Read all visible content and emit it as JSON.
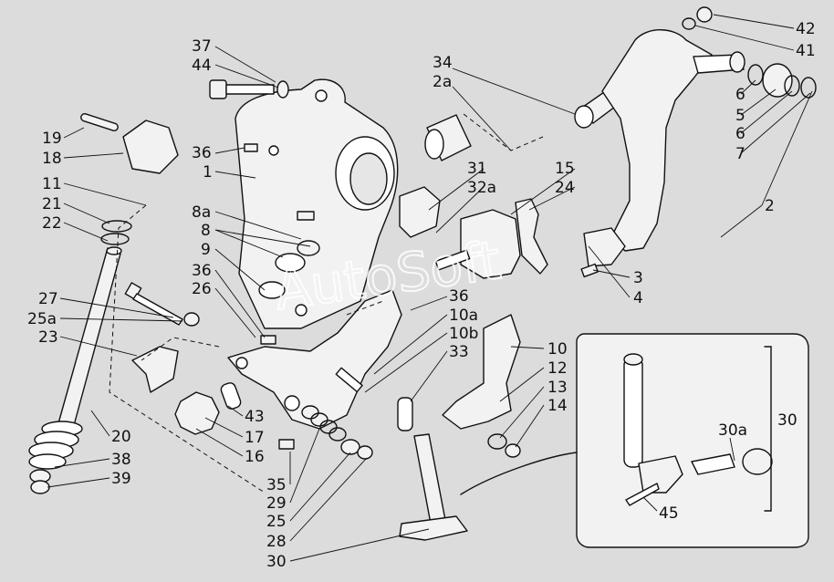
{
  "watermark": "AutoSoft",
  "colors": {
    "background": "#dcdcdc",
    "part_fill": "#f2f2f2",
    "line": "#111111"
  },
  "labels": {
    "l37": "37",
    "l44": "44",
    "l36a": "36",
    "l1": "1",
    "l19": "19",
    "l18": "18",
    "l11": "11",
    "l21": "21",
    "l22": "22",
    "l8a": "8a",
    "l8": "8",
    "l9": "9",
    "l36b": "36",
    "l26": "26",
    "l27": "27",
    "l25a": "25a",
    "l23": "23",
    "l34": "34",
    "l2a": "2a",
    "l31": "31",
    "l32a": "32a",
    "l15": "15",
    "l24": "24",
    "l36c": "36",
    "l10a": "10a",
    "l10b": "10b",
    "l33": "33",
    "l42": "42",
    "l41": "41",
    "l6a": "6",
    "l5": "5",
    "l6b": "6",
    "l7": "7",
    "l2": "2",
    "l3": "3",
    "l4": "4",
    "l10": "10",
    "l12": "12",
    "l13": "13",
    "l14": "14",
    "l43": "43",
    "l17": "17",
    "l16": "16",
    "l20": "20",
    "l38": "38",
    "l39": "39",
    "l35": "35",
    "l29": "29",
    "l25": "25",
    "l28": "28",
    "l30": "30",
    "l30a": "30a",
    "l30b": "30",
    "l45": "45"
  }
}
